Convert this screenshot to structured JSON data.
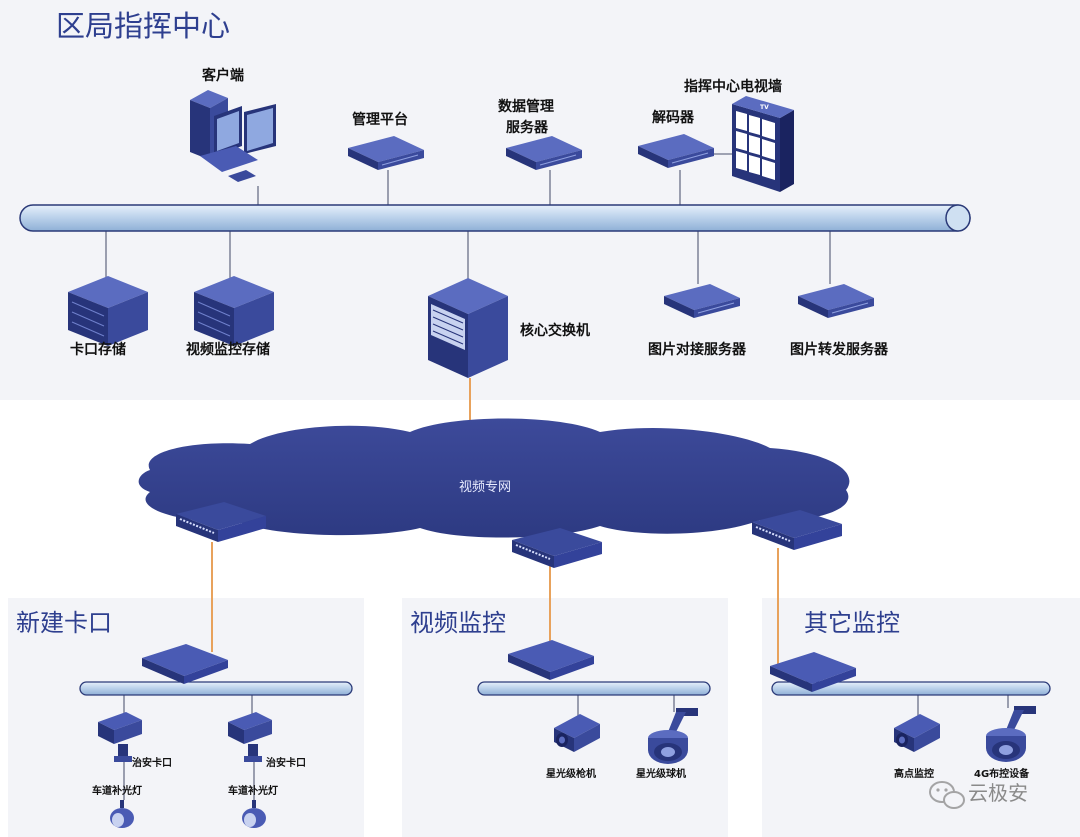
{
  "colors": {
    "device_dark": "#27347a",
    "device_mid": "#3a4a9c",
    "device_light": "#5b6cc0",
    "bus_fill": "#b9d0ea",
    "bus_stroke": "#2b3a78",
    "fiber": "#e8a25c",
    "panel_bg": "#f3f4f8",
    "title": "#2e3f8f"
  },
  "command_center": {
    "title": "区局指挥中心",
    "client": "客户端",
    "mgmt_platform": "管理平台",
    "data_mgmt_server_line1": "数据管理",
    "data_mgmt_server_line2": "服务器",
    "decoder": "解码器",
    "tv_wall": "指挥中心电视墙",
    "tv_badge": "TV",
    "checkpoint_storage": "卡口存储",
    "video_storage": "视频监控存储",
    "core_switch": "核心交换机",
    "image_docking_server": "图片对接服务器",
    "image_forward_server": "图片转发服务器"
  },
  "network": {
    "cloud_label": "视频专网"
  },
  "checkpoint_site": {
    "title": "新建卡口",
    "camera_label": "治安卡口",
    "light_label": "车道补光灯"
  },
  "video_site": {
    "title": "视频监控",
    "gun_camera": "星光级枪机",
    "dome_camera": "星光级球机"
  },
  "other_site": {
    "title": "其它监控",
    "high_point": "高点监控",
    "device_4g": "4G布控设备"
  },
  "watermark": {
    "text": "云极安"
  }
}
